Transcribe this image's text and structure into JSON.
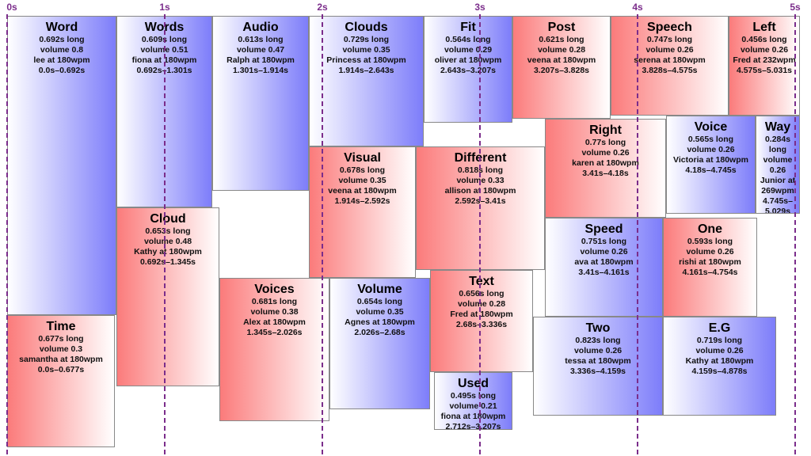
{
  "axis": {
    "ticks": [
      "0s",
      "1s",
      "2s",
      "3s",
      "4s",
      "5s"
    ]
  },
  "clips": [
    {
      "word": "Word",
      "length": "0.692s long",
      "volume": "volume 0.8",
      "voice": "lee at 180wpm",
      "range": "0.0s–0.692s",
      "color": "blue"
    },
    {
      "word": "Words",
      "length": "0.609s long",
      "volume": "volume 0.51",
      "voice": "fiona at 180wpm",
      "range": "0.692s–1.301s",
      "color": "blue"
    },
    {
      "word": "Audio",
      "length": "0.613s long",
      "volume": "volume 0.47",
      "voice": "Ralph at 180wpm",
      "range": "1.301s–1.914s",
      "color": "blue"
    },
    {
      "word": "Clouds",
      "length": "0.729s long",
      "volume": "volume 0.35",
      "voice": "Princess at 180wpm",
      "range": "1.914s–2.643s",
      "color": "blue"
    },
    {
      "word": "Fit",
      "length": "0.564s long",
      "volume": "volume 0.29",
      "voice": "oliver at 180wpm",
      "range": "2.643s–3.207s",
      "color": "blue"
    },
    {
      "word": "Post",
      "length": "0.621s long",
      "volume": "volume 0.28",
      "voice": "veena at 180wpm",
      "range": "3.207s–3.828s",
      "color": "red"
    },
    {
      "word": "Speech",
      "length": "0.747s long",
      "volume": "volume 0.26",
      "voice": "serena at 180wpm",
      "range": "3.828s–4.575s",
      "color": "red"
    },
    {
      "word": "Left",
      "length": "0.456s long",
      "volume": "volume 0.26",
      "voice": "Fred at 232wpm",
      "range": "4.575s–5.031s",
      "color": "red"
    },
    {
      "word": "Time",
      "length": "0.677s long",
      "volume": "volume 0.3",
      "voice": "samantha at 180wpm",
      "range": "0.0s–0.677s",
      "color": "red"
    },
    {
      "word": "Cloud",
      "length": "0.653s long",
      "volume": "volume 0.48",
      "voice": "Kathy at 180wpm",
      "range": "0.692s–1.345s",
      "color": "red"
    },
    {
      "word": "Voices",
      "length": "0.681s long",
      "volume": "volume 0.38",
      "voice": "Alex at 180wpm",
      "range": "1.345s–2.026s",
      "color": "red"
    },
    {
      "word": "Visual",
      "length": "0.678s long",
      "volume": "volume 0.35",
      "voice": "veena at 180wpm",
      "range": "1.914s–2.592s",
      "color": "red"
    },
    {
      "word": "Volume",
      "length": "0.654s long",
      "volume": "volume 0.35",
      "voice": "Agnes at 180wpm",
      "range": "2.026s–2.68s",
      "color": "blue"
    },
    {
      "word": "Different",
      "length": "0.818s long",
      "volume": "volume 0.33",
      "voice": "allison at 180wpm",
      "range": "2.592s–3.41s",
      "color": "red"
    },
    {
      "word": "Text",
      "length": "0.656s long",
      "volume": "volume 0.28",
      "voice": "Fred at 180wpm",
      "range": "2.68s–3.336s",
      "color": "red"
    },
    {
      "word": "Used",
      "length": "0.495s long",
      "volume": "volume 0.21",
      "voice": "fiona at 180wpm",
      "range": "2.712s–3.207s",
      "color": "blue"
    },
    {
      "word": "Right",
      "length": "0.77s long",
      "volume": "volume 0.26",
      "voice": "karen at 180wpm",
      "range": "3.41s–4.18s",
      "color": "red"
    },
    {
      "word": "Voice",
      "length": "0.565s long",
      "volume": "volume 0.26",
      "voice": "Victoria at 180wpm",
      "range": "4.18s–4.745s",
      "color": "blue"
    },
    {
      "word": "Way",
      "length": "0.284s long",
      "volume": "volume 0.26",
      "voice": "Junior at 269wpm",
      "range": "4.745s–5.029s",
      "color": "blue"
    },
    {
      "word": "Speed",
      "length": "0.751s long",
      "volume": "volume 0.26",
      "voice": "ava at 180wpm",
      "range": "3.41s–4.161s",
      "color": "blue"
    },
    {
      "word": "One",
      "length": "0.593s long",
      "volume": "volume 0.26",
      "voice": "rishi at 180wpm",
      "range": "4.161s–4.754s",
      "color": "red"
    },
    {
      "word": "Two",
      "length": "0.823s long",
      "volume": "volume 0.26",
      "voice": "tessa at 180wpm",
      "range": "3.336s–4.159s",
      "color": "blue"
    },
    {
      "word": "E.G",
      "length": "0.719s long",
      "volume": "volume 0.26",
      "voice": "Kathy at 180wpm",
      "range": "4.159s–4.878s",
      "color": "blue"
    }
  ]
}
